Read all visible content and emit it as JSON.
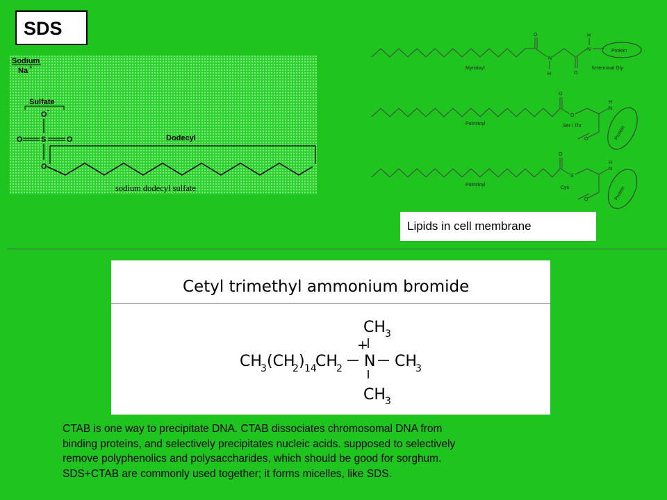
{
  "sds": {
    "title": "SDS",
    "sodium_label": "Sodium",
    "na_label": "Na",
    "na_charge": "+",
    "sulfate_label": "Sulfate",
    "dodecyl_label": "Dodecyl",
    "oxygen": "O",
    "oxygen_minus": "-",
    "sulfur": "S",
    "caption": "sodium dodecyl sulfate"
  },
  "lipids": {
    "caption": "Lipids in cell membrane",
    "rows": [
      {
        "acyl": "Myristoyl",
        "linker": "N-terminal Gly",
        "protein": "Protein"
      },
      {
        "acyl": "Palmitoyl",
        "linker": "Ser / Thr",
        "protein": "Protein"
      },
      {
        "acyl": "Palmitoyl",
        "linker": "Cys",
        "protein": "Protein"
      }
    ],
    "atoms": {
      "O": "O",
      "N": "N",
      "H": "H",
      "S": "S"
    }
  },
  "ctab": {
    "title": "Cetyl trimethyl ammonium bromide",
    "top_methyl": "CH",
    "bottom_methyl": "CH",
    "chain_left": "CH",
    "chain_mid": "(CH",
    "chain_right": "CH",
    "sub_3": "3",
    "sub_2": "2",
    "sub_14": "14",
    "plus": "+",
    "nitrogen": "N",
    "right_methyl": "CH",
    "bond_dash": "—"
  },
  "description": [
    "CTAB is one way to precipitate DNA. CTAB dissociates chromosomal DNA from",
    "binding proteins, and selectively precipitates nucleic acids. supposed to selectively",
    "remove polyphenolics and polysaccharides, which should be good for sorghum.",
    "SDS+CTAB are commonly used together; it forms micelles, like SDS."
  ]
}
